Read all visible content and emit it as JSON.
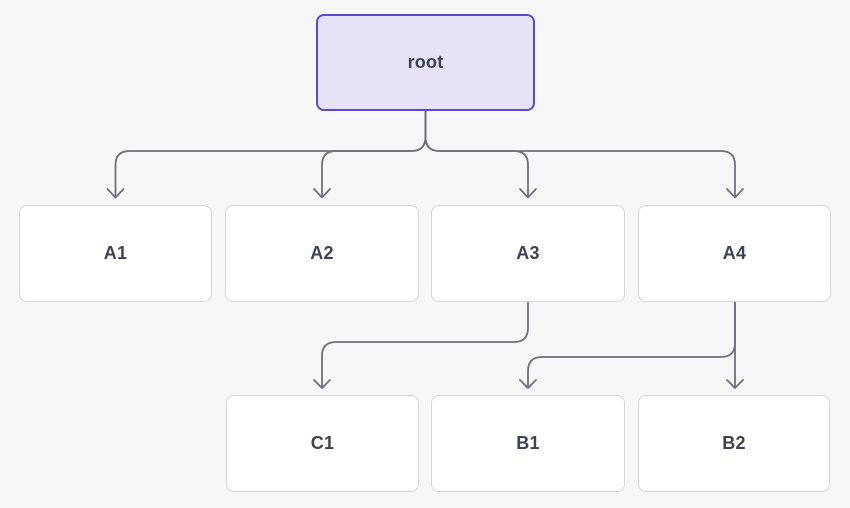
{
  "diagram": {
    "nodes": {
      "root": {
        "id": "root",
        "label": "root",
        "role": "root"
      },
      "a1": {
        "id": "A1",
        "label": "A1"
      },
      "a2": {
        "id": "A2",
        "label": "A2"
      },
      "a3": {
        "id": "A3",
        "label": "A3"
      },
      "a4": {
        "id": "A4",
        "label": "A4"
      },
      "c1": {
        "id": "C1",
        "label": "C1"
      },
      "b1": {
        "id": "B1",
        "label": "B1"
      },
      "b2": {
        "id": "B2",
        "label": "B2"
      }
    },
    "edges": [
      {
        "from": "root",
        "to": "A1"
      },
      {
        "from": "root",
        "to": "A2"
      },
      {
        "from": "root",
        "to": "A3"
      },
      {
        "from": "root",
        "to": "A4"
      },
      {
        "from": "A3",
        "to": "C1"
      },
      {
        "from": "A4",
        "to": "B1"
      },
      {
        "from": "A4",
        "to": "B2"
      }
    ],
    "colors": {
      "background": "#f7f7f8",
      "edge": "#6e7080",
      "node_fill": "#ffffff",
      "node_border": "#d4d4da",
      "root_fill": "#e7e3f7",
      "root_border": "#5a49d6",
      "label_text": "#3d4254"
    }
  }
}
